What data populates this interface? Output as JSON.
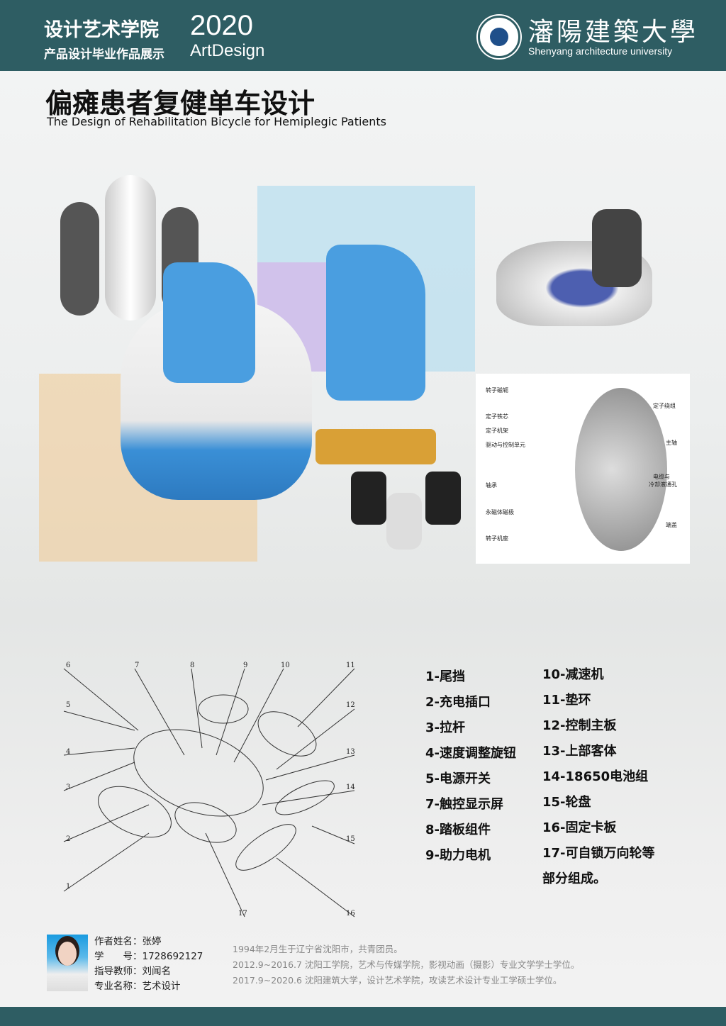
{
  "header": {
    "college": "设计艺术学院",
    "exhibition": "产品设计毕业作品展示",
    "year": "2020",
    "artdesign": "ArtDesign",
    "university_cn": "瀋陽建築大學",
    "university_en": "Shenyang architecture university"
  },
  "title": {
    "cn": "偏瘫患者复健单车设计",
    "en": "The Design of Rehabilitation Bicycle for Hemiplegic Patients"
  },
  "motor_labels": [
    "转子磁轭",
    "定子铁芯",
    "定子机架",
    "驱动与控制单元",
    "轴承",
    "永磁体磁极",
    "转子机座",
    "定子绕组",
    "主轴",
    "电缆与",
    "冷却液通孔",
    "端盖"
  ],
  "drawing_numbers": [
    "6",
    "7",
    "8",
    "9",
    "10",
    "11",
    "5",
    "12",
    "4",
    "13",
    "3",
    "14",
    "2",
    "15",
    "1",
    "17",
    "16"
  ],
  "parts_col1": [
    "1-尾挡",
    "2-充电插口",
    "3-拉杆",
    "4-速度调整旋钮",
    "5-电源开关",
    "7-触控显示屏",
    "8-踏板组件",
    "9-助力电机"
  ],
  "parts_col2": [
    "10-减速机",
    "11-垫环",
    "12-控制主板",
    "13-上部客体",
    "14-18650电池组",
    "15-轮盘",
    "16-固定卡板",
    "17-可自锁万向轮等",
    "部分组成。"
  ],
  "author": {
    "name": "作者姓名：张婷",
    "id": "学　　号：1728692127",
    "advisor": "指导教师：刘闻名",
    "major": "专业名称：艺术设计"
  },
  "bio": [
    "1994年2月生于辽宁省沈阳市，共青团员。",
    "2012.9~2016.7 沈阳工学院，艺术与传媒学院，影视动画（摄影）专业文学学士学位。",
    "2017.9~2020.6 沈阳建筑大学，设计艺术学院，攻读艺术设计专业工学硕士学位。"
  ],
  "colors": {
    "header": "#2e5d63",
    "accent_blue": "#3a8fd6"
  }
}
